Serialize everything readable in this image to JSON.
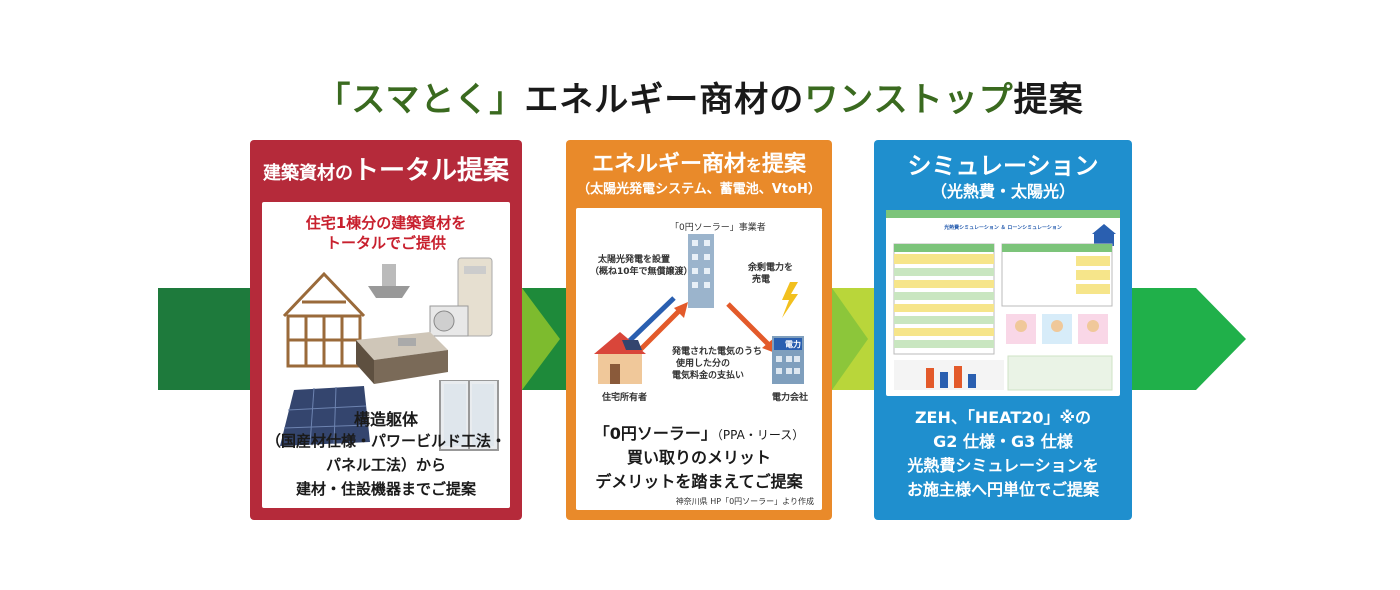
{
  "title": {
    "part1": "「スマとく」",
    "part2": "エネルギー商材の",
    "part3": "ワンストップ",
    "part4": "提案"
  },
  "card1": {
    "heading_small": "建築資材の",
    "heading_large": "トータル提案",
    "lead1": "住宅1棟分の建築資材を",
    "lead2": "トータルでご提供",
    "body1": "構造躯体",
    "body2": "（国産材仕様・パワービルド工法・",
    "body3": "パネル工法）から",
    "body4": "建材・住設機器までご提案"
  },
  "card2": {
    "heading_small": "エネルギー商材",
    "heading_join": "を",
    "heading_large": "提案",
    "subheading": "（太陽光発電システム、蓄電池、VtoH）",
    "diagram_top": "「0円ソーラー」事業者",
    "label_install1": "太陽光発電を設置",
    "label_install2": "（概ね10年で無償譲渡）",
    "label_surplus1": "余剰電力を",
    "label_surplus2": "売電",
    "label_pay1": "発電された電気のうち",
    "label_pay2": "使用した分の",
    "label_pay3": "電気料金の支払い",
    "label_owner": "住宅所有者",
    "label_power": "電力会社",
    "building_sign": "電力",
    "body1a": "「0円ソーラー」",
    "body1b": "（PPA・リース）",
    "body2": "買い取りのメリット",
    "body3": "デメリットを踏まえてご提案",
    "source": "神奈川県 HP「0円ソーラー」より作成"
  },
  "card3": {
    "heading": "シミュレーション",
    "subheading": "（光熱費・太陽光）",
    "sheet_title": "光熱費シミュレーション ＆ ローンシミュレーション",
    "body1": "ZEH、「HEAT20」※の",
    "body2": "G2 仕様・G3 仕様",
    "body3": "光熱費シミュレーションを",
    "body4": "お施主様へ円単位でご提案"
  },
  "colors": {
    "arrow_dark": "#1e7a3c",
    "arrow_mid": "#7dbb2e",
    "arrow_light": "#b9d63a",
    "arrow_end": "#20b04a",
    "card1": "#b52a3a",
    "card2": "#e98a2a",
    "card3": "#1f8fce"
  }
}
